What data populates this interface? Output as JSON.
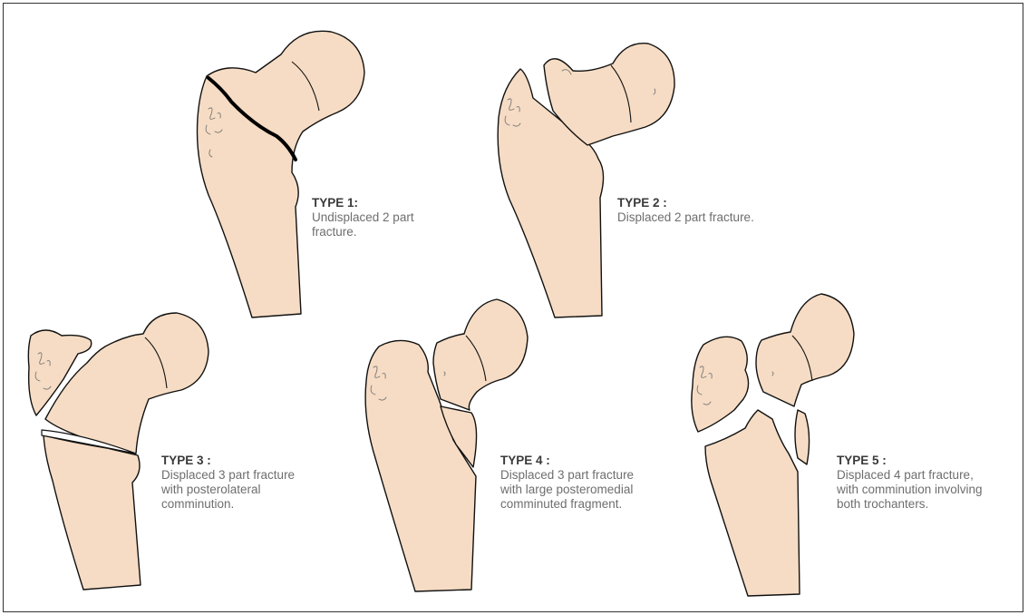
{
  "types": [
    {
      "title": "TYPE 1:",
      "lines": [
        "Undisplaced 2 part",
        "fracture."
      ]
    },
    {
      "title": "TYPE 2 :",
      "lines": [
        "Displaced 2 part fracture."
      ]
    },
    {
      "title": "TYPE 3 :",
      "lines": [
        "Displaced 3 part fracture",
        "with posterolateral",
        "comminution."
      ]
    },
    {
      "title": "TYPE 4 :",
      "lines": [
        "Displaced 3 part fracture",
        "with large posteromedial",
        "comminuted fragment."
      ]
    },
    {
      "title": "TYPE 5 :",
      "lines": [
        "Displaced 4 part fracture,",
        "with comminution involving",
        "both trochanters."
      ]
    }
  ],
  "colors": {
    "bone_fill": "#f6dcc4",
    "outline": "#111111",
    "caption_text": "#6e6e6e",
    "caption_title": "#3a3a3a"
  }
}
